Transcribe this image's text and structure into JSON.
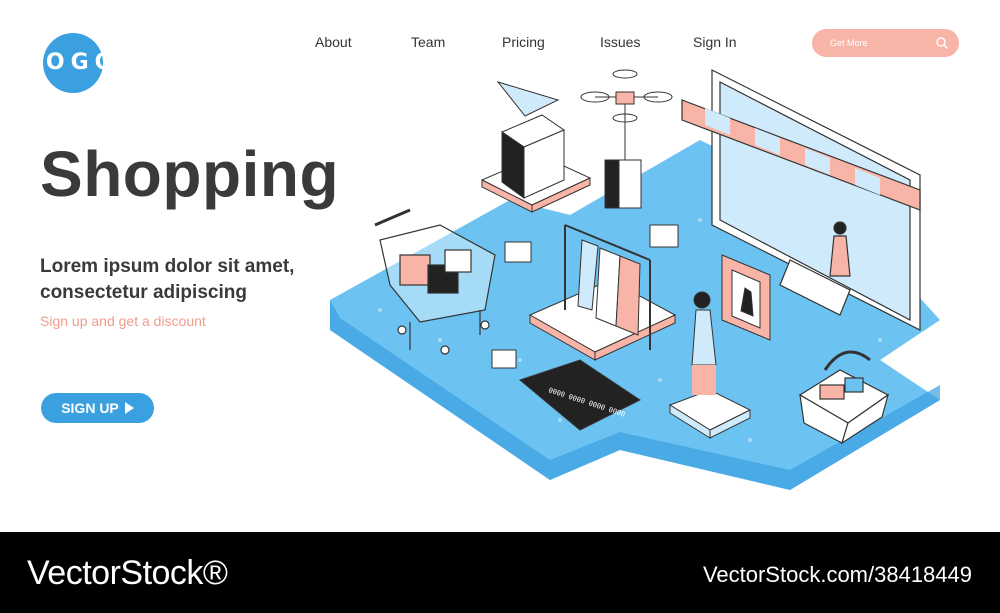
{
  "logo": {
    "text": "LOGO"
  },
  "nav": {
    "items": [
      "About",
      "Team",
      "Pricing",
      "Issues",
      "Sign In"
    ]
  },
  "search": {
    "placeholder": "Get More"
  },
  "hero": {
    "title": "Shopping",
    "subtitle": "Lorem ipsum dolor sit amet, consectetur adipiscing",
    "promo": "Sign up and get a discount",
    "cta_label": "SIGN UP"
  },
  "illustration": {
    "card_number": "0000 0000 0000 0000"
  },
  "footer": {
    "brand": "VectorStock®",
    "image_id": "VectorStock.com/38418449"
  },
  "colors": {
    "accent": "#3aa0e0",
    "coral": "#f8b4a6",
    "platform": "#6cc3f2",
    "platform_dark": "#3aa0e0"
  }
}
